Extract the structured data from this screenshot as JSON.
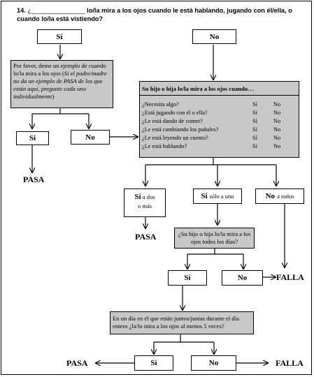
{
  "question": {
    "number": "14.",
    "blank": "¿_______________",
    "text": "lo/la mira a los ojos cuando le está hablando, jugando con él/ella, o cuando lo/la está vistiendo?"
  },
  "top": {
    "si": "Sí",
    "no": "No"
  },
  "ask_example": {
    "text1": "Por favor, deme un ejemplo de cuando lo/la mira a los ojos (",
    "italic": "Si el padre/madre no da un ejemplo de PASA de los que están aquí, pregunte cada uno individualmente",
    "text2": ")"
  },
  "left_branch": {
    "si": "Sí",
    "no": "No",
    "pasa": "PASA"
  },
  "situations": {
    "title": "Su hijo o hija lo/la mira a los ojos cuando…",
    "rows": [
      {
        "q": "¿Necesita algo?",
        "si": "Sí",
        "no": "No"
      },
      {
        "q": "¿Está jugando con él o ella?",
        "si": "Sí",
        "no": "No"
      },
      {
        "q": "¿Le está dando de comer?",
        "si": "Sí",
        "no": "No"
      },
      {
        "q": "¿Le está cambiando los pañales?",
        "si": "Sí",
        "no": "No"
      },
      {
        "q": "¿Le está leyendo un cuento?",
        "si": "Sí",
        "no": "No"
      },
      {
        "q": "¿Le está hablando?",
        "si": "Sí",
        "no": "No"
      }
    ]
  },
  "results": {
    "si_dos_bold": "Sí",
    "si_dos_rest": "a dos",
    "si_dos_line2": "o más",
    "si_uno_bold": "Sí",
    "si_uno_rest": "sólo a uno",
    "no_todos_bold": "No",
    "no_todos_rest": "a todos",
    "pasa": "PASA",
    "falla": "FALLA"
  },
  "daily": {
    "text": "¿Su hijo o hija lo/la mira a los ojos todos los días?",
    "si": "Sí",
    "no": "No",
    "falla": "FALLA"
  },
  "five_times": {
    "text": "En un día en el que están juntos/juntas durante el día entero ¿la/lo mira a los ojos al menos 5 veces?",
    "si": "Sí",
    "no": "No",
    "pasa": "PASA",
    "falla": "FALLA"
  }
}
